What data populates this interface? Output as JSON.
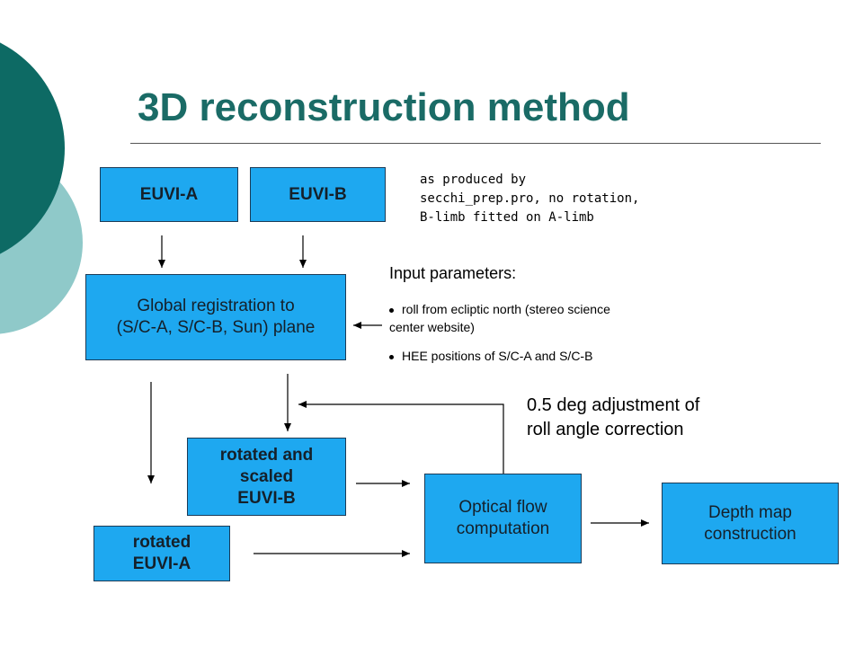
{
  "slide": {
    "title": "3D reconstruction method"
  },
  "boxes": {
    "euvi_a": "EUVI-A",
    "euvi_b": "EUVI-B",
    "global_registration": {
      "line1": "Global registration to",
      "line2": "(S/C-A, S/C-B, Sun) plane"
    },
    "rotated_scaled_b": {
      "line1": "rotated and",
      "line2": "scaled",
      "line3": "EUVI-B"
    },
    "rotated_a": {
      "line1": "rotated",
      "line2": "EUVI-A"
    },
    "optical_flow": {
      "line1": "Optical flow",
      "line2": "computation"
    },
    "depth_map": {
      "line1": "Depth map",
      "line2": "construction"
    }
  },
  "notes": {
    "produced_by": {
      "line1": "as produced by",
      "line2": "secchi_prep.pro, no rotation,",
      "line3": "B-limb fitted on A-limb"
    },
    "input_parameters": {
      "heading": "Input parameters:",
      "bullet1_line1": "roll from ecliptic north (stereo science",
      "bullet1_line2": "center website)",
      "bullet2": "HEE positions of S/C-A and S/C-B"
    },
    "roll_adjustment": {
      "line1": "0.5 deg adjustment of",
      "line2": "roll angle correction"
    }
  },
  "colors": {
    "title": "#1a6b66",
    "box_fill": "#1ea8f0",
    "circle_dark": "#0d6a64",
    "circle_light": "#8fc9c9"
  }
}
